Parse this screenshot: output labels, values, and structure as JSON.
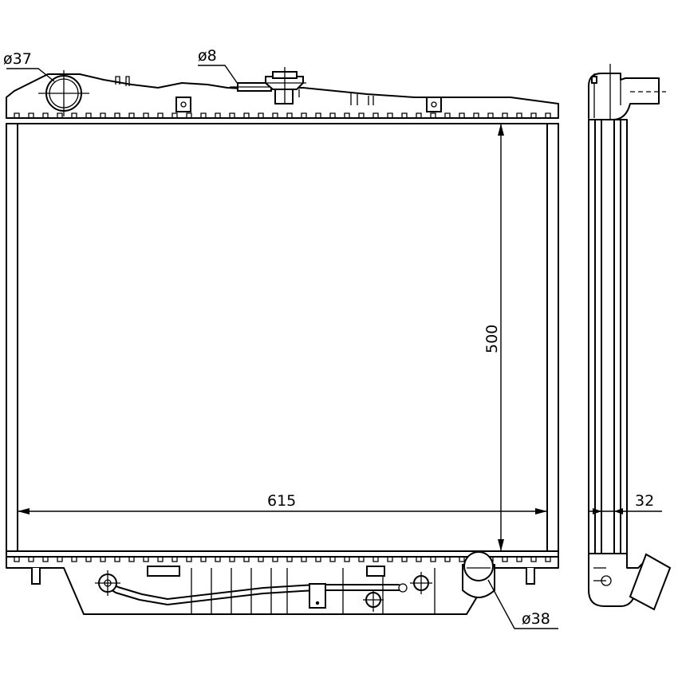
{
  "dimensions": {
    "inlet_diameter": "ø37",
    "overflow_diameter": "ø8",
    "outlet_diameter": "ø38",
    "core_width": "615",
    "core_height": "500",
    "core_thickness": "32"
  }
}
